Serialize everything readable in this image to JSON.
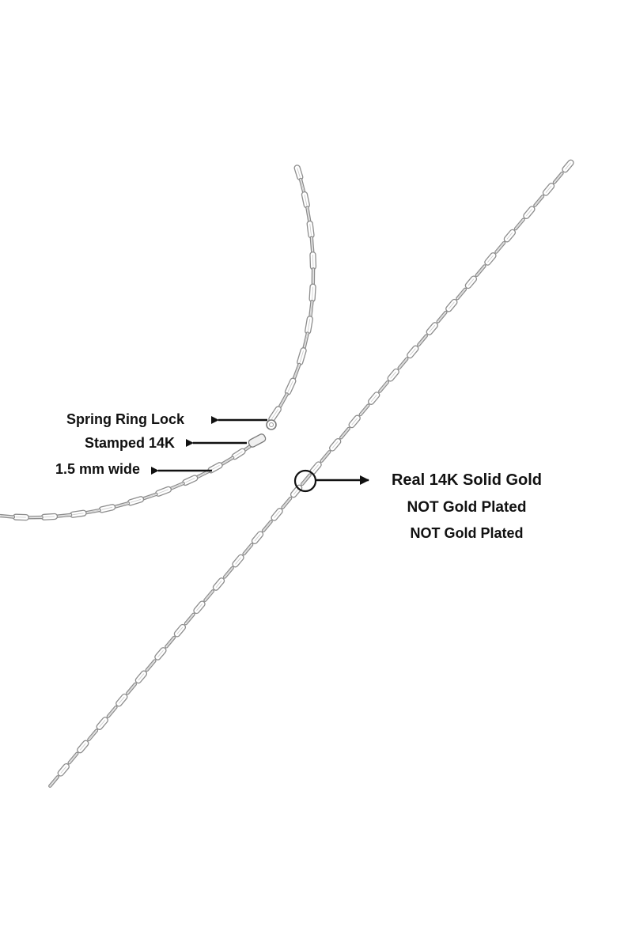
{
  "image": {
    "subject": "paperclip-link-chain-necklace",
    "background_color": "#ffffff",
    "chain_color": "#c9c9c9",
    "chain_outline_color": "#8d8d8d",
    "annotation_color": "#111111"
  },
  "callouts": {
    "left": [
      {
        "text": "Spring Ring Lock",
        "icon": "left-arrow-icon"
      },
      {
        "text": "Stamped 14K",
        "icon": "left-arrow-icon"
      },
      {
        "text": "1.5 mm wide",
        "icon": "left-arrow-icon"
      }
    ],
    "right": {
      "marker_icon": "circle-marker-icon",
      "arrow_icon": "right-arrow-icon",
      "lines": [
        "Real 14K Solid Gold",
        "NOT Gold Plated",
        "NOT Gold Plated"
      ]
    }
  }
}
